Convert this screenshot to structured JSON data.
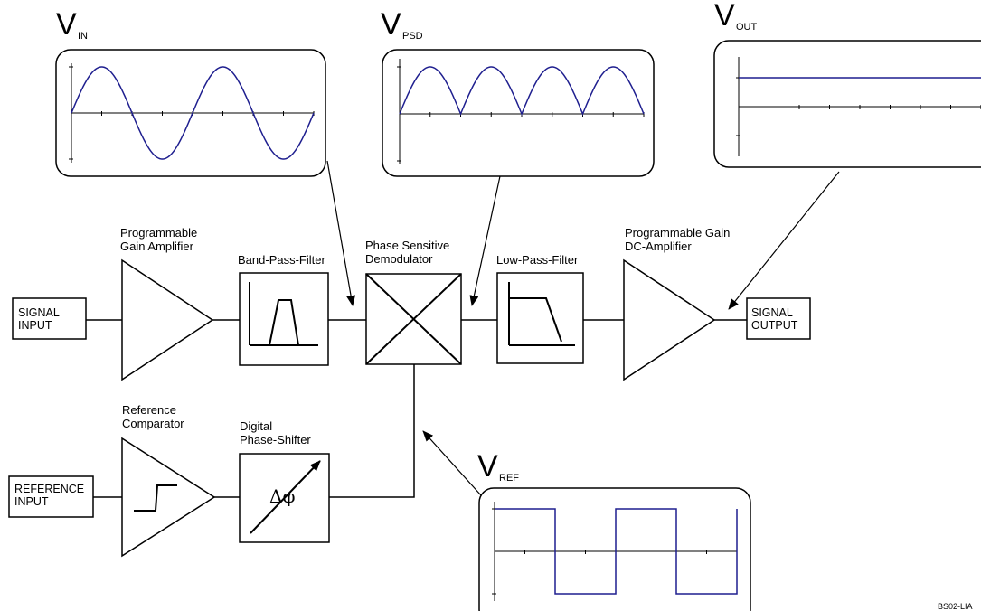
{
  "blocks": {
    "pga": {
      "line1": "Programmable",
      "line2": "Gain Amplifier"
    },
    "bpf": {
      "label": "Band-Pass-Filter"
    },
    "psd": {
      "line1": "Phase Sensitive",
      "line2": "Demodulator"
    },
    "lpf": {
      "label": "Low-Pass-Filter"
    },
    "dca": {
      "line1": "Programmable Gain",
      "line2": "DC-Amplifier"
    },
    "ref_comp": {
      "line1": "Reference",
      "line2": "Comparator"
    },
    "phase_shifter": {
      "line1": "Digital",
      "line2": "Phase-Shifter",
      "symbol": "Δφ"
    }
  },
  "ports": {
    "signal_input": {
      "line1": "SIGNAL",
      "line2": "INPUT"
    },
    "reference_input": {
      "line1": "REFERENCE",
      "line2": "INPUT"
    },
    "signal_output": {
      "line1": "SIGNAL",
      "line2": "OUTPUT"
    }
  },
  "scopes": {
    "vin": {
      "letter": "V",
      "sub": "IN",
      "waveform": "sine",
      "color": "#1f1f8f"
    },
    "vpsd": {
      "letter": "V",
      "sub": "PSD",
      "waveform": "rectified-sine",
      "color": "#1f1f8f"
    },
    "vout": {
      "letter": "V",
      "sub": "OUT",
      "waveform": "dc-level",
      "color": "#1f1f8f"
    },
    "vref": {
      "letter": "V",
      "sub": "REF",
      "waveform": "square",
      "color": "#1f1f8f"
    }
  },
  "figure_code": "BS02-LIA"
}
